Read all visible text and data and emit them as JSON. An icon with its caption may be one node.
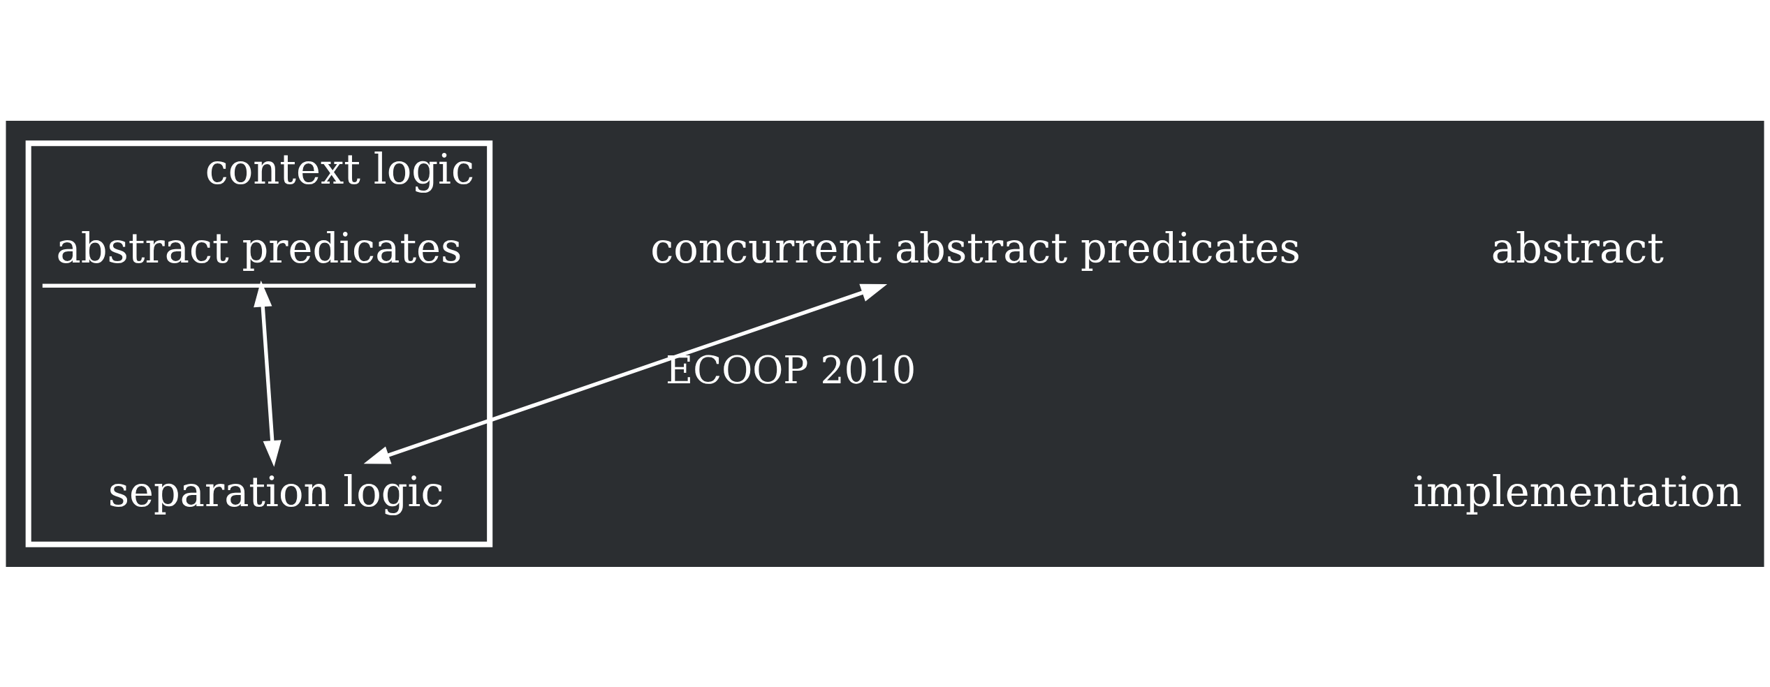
{
  "diagram": {
    "nodes": [
      {
        "text": [
          "context logic"
        ]
      },
      {
        "text": [
          "abstract predicates"
        ],
        "in": 0
      },
      {
        "text": [
          "separation logic"
        ],
        "in": 0
      },
      {
        "text": [
          "concurrent abstract predicates"
        ]
      }
    ],
    "edges": [
      {
        "from": 3,
        "to": 2,
        "arrow": "both",
        "label": "ECOOP 2010"
      },
      {
        "from": 1,
        "to": 2,
        "arrow": "both"
      }
    ],
    "labels": [
      "abstract",
      "implementation"
    ]
  }
}
